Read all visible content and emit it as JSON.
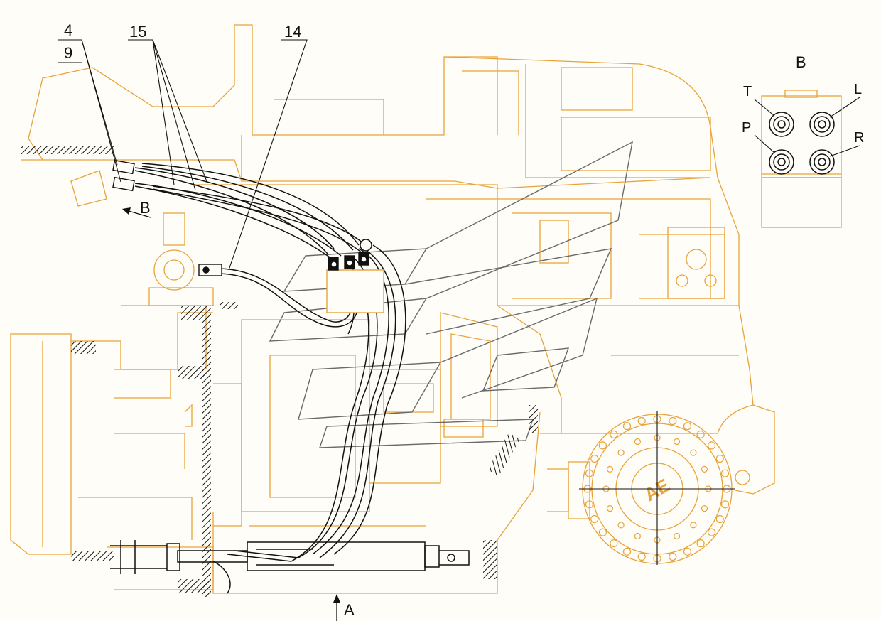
{
  "colors": {
    "background": "#fefdf8",
    "machine_outline": "#e8a33a",
    "hose_lines": "#111111",
    "watermark": "#6a6a6a"
  },
  "callouts": {
    "item_4": "4",
    "item_9": "9",
    "item_15": "15",
    "item_14": "14"
  },
  "view_arrows": {
    "view_b": "B",
    "view_a": "A"
  },
  "detail_b": {
    "title": "B",
    "port_t": "T",
    "port_l": "L",
    "port_p": "P",
    "port_r": "R"
  },
  "watermark": {
    "logo_text": "AE"
  }
}
